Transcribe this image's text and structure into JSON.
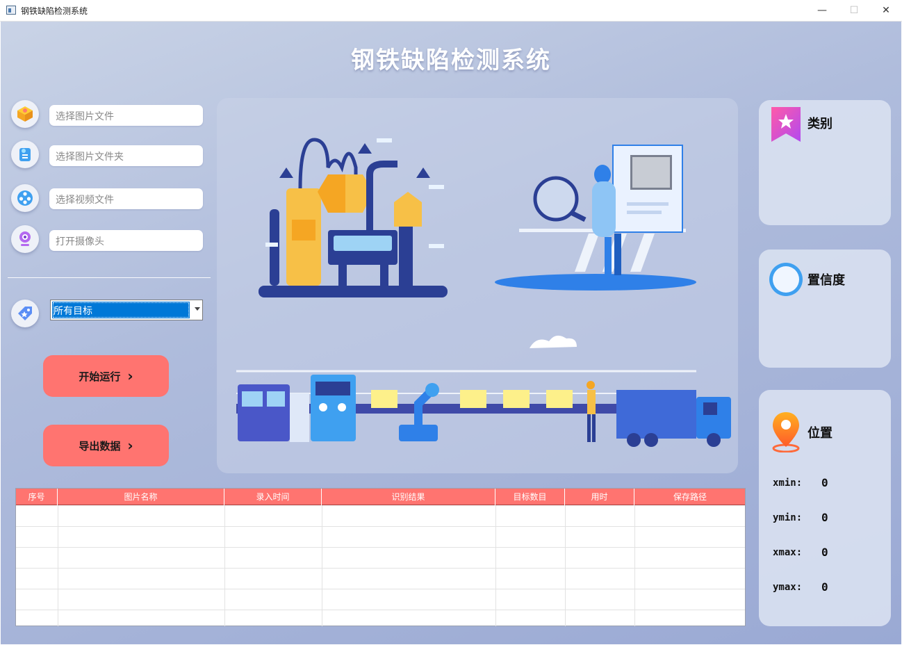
{
  "window": {
    "title": "钢铁缺陷检测系统",
    "min": "—",
    "max": "☐",
    "close": "✕"
  },
  "app_title": "钢铁缺陷检测系统",
  "inputs": {
    "image_file": {
      "placeholder": "选择图片文件"
    },
    "image_folder": {
      "placeholder": "选择图片文件夹"
    },
    "video_file": {
      "placeholder": "选择视频文件"
    },
    "camera": {
      "placeholder": "打开摄像头"
    }
  },
  "target_select": {
    "value": "所有目标"
  },
  "buttons": {
    "start": "开始运行",
    "export": "导出数据",
    "chevron": "›"
  },
  "cards": {
    "category": {
      "title": "类别"
    },
    "confidence": {
      "title": "置信度"
    },
    "position": {
      "title": "位置",
      "xmin_label": "xmin:",
      "xmin": "0",
      "ymin_label": "ymin:",
      "ymin": "0",
      "xmax_label": "xmax:",
      "xmax": "0",
      "ymax_label": "ymax:",
      "ymax": "0"
    }
  },
  "table": {
    "columns": [
      "序号",
      "图片名称",
      "录入时间",
      "识别结果",
      "目标数目",
      "用时",
      "保存路径"
    ],
    "rows": []
  },
  "colors": {
    "accent": "#ff7470",
    "select_blue": "#0078d7"
  }
}
